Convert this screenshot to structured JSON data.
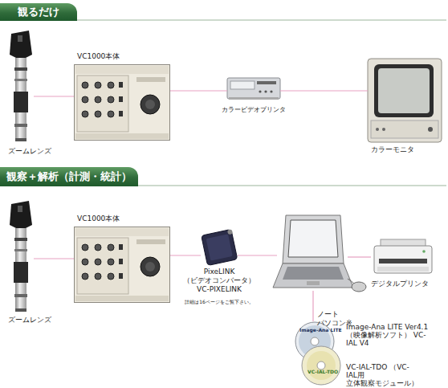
{
  "diagram": {
    "nodes": [
      {
        "text": [
          "観るだけ"
        ]
      },
      {
        "text": [
          "ズームレンズ"
        ]
      },
      {
        "text": [
          "VC1000本体"
        ]
      },
      {
        "text": [
          "カラービデオプリンタ"
        ]
      },
      {
        "text": [
          "カラーモニタ"
        ]
      },
      {
        "text": [
          "観察＋解析（計測・統計）"
        ]
      },
      {
        "text": [
          "ズームレンズ"
        ]
      },
      {
        "text": [
          "VC1000本体"
        ]
      },
      {
        "text": [
          "PixeLINK （ビデオコンバータ） VC-PIXELINK",
          "詳細は16ページをご覧下さい。"
        ]
      },
      {
        "text": [
          "ノート パソコン※"
        ]
      },
      {
        "text": [
          "デジタルプリンタ"
        ]
      },
      {
        "text": [
          "Image-Ana LITE Ver4.1 （映像解析ソフト） VC-IAL V4"
        ]
      },
      {
        "text": [
          "VC-IAL-TDO （VC-IAL用 立体観察モジュール）"
        ]
      }
    ],
    "edges": [
      {
        "from": 1,
        "to": 2,
        "arrow": "none"
      },
      {
        "from": 2,
        "to": 3,
        "arrow": "none"
      },
      {
        "from": 3,
        "to": 4,
        "arrow": "none"
      },
      {
        "from": 6,
        "to": 7,
        "arrow": "none"
      },
      {
        "from": 7,
        "to": 8,
        "arrow": "none"
      },
      {
        "from": 8,
        "to": 9,
        "arrow": "none"
      },
      {
        "from": 9,
        "to": 10,
        "arrow": "none"
      },
      {
        "from": 9,
        "to": 11,
        "arrow": "none"
      }
    ],
    "labels": [
      "Image-Ana LITE",
      "VC-IAL-TDO"
    ]
  }
}
